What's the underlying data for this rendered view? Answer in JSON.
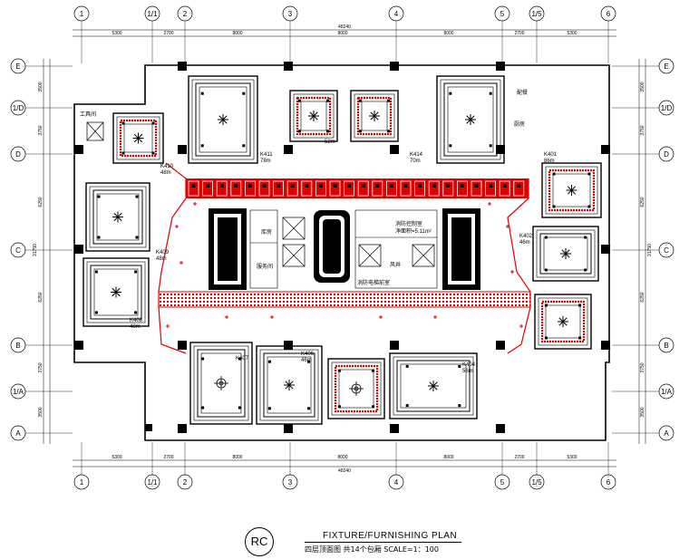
{
  "grid": {
    "columns": [
      "1",
      "1/1",
      "2",
      "3",
      "4",
      "5",
      "1/5",
      "6"
    ],
    "rows": [
      "E",
      "1/D",
      "D",
      "C",
      "B",
      "1/A",
      "A"
    ]
  },
  "dimensions": {
    "total": "48240",
    "top_segments": [
      "5300",
      "2700",
      "8000",
      "8000",
      "8000",
      "2700",
      "5300"
    ],
    "left_segments": [
      "3500",
      "3750",
      "6250",
      "6250",
      "3750",
      "3500"
    ],
    "side_total": "31750",
    "bottom_total": "48240"
  },
  "rooms": {
    "k410": {
      "name": "K410",
      "area": "48m"
    },
    "k411": {
      "name": "K411",
      "area": "78m"
    },
    "k412": {
      "name": "",
      "area": "52m"
    },
    "k414": {
      "name": "K414",
      "area": "70m"
    },
    "k401": {
      "name": "K401",
      "area": "86m"
    },
    "k402": {
      "name": "K402",
      "area": "46m"
    },
    "k409": {
      "name": "K409",
      "area": "48m"
    },
    "k408": {
      "name": "K408",
      "area": "48m"
    },
    "k407": {
      "name": "K407",
      "area": ""
    },
    "k406": {
      "name": "K406",
      "area": "46m"
    },
    "k404": {
      "name": "K404",
      "area": "56m"
    }
  },
  "labels": {
    "tool_room": "工具间",
    "kitchen": "厨房",
    "pantry": "配餐",
    "fire_room": "消防控制室",
    "storage": "库房",
    "service": "服务间",
    "lift_note": "消防电梯前室",
    "area_note": "净面积=5.11m²",
    "shaft": "风井"
  },
  "title_block": {
    "symbol": "RC",
    "title": "FIXTURE/FURNISHING PLAN",
    "subtitle": "四层顶面图   共14个包厢 SCALE=1：100"
  },
  "colors": {
    "accent": "#e00000",
    "line": "#000000"
  }
}
